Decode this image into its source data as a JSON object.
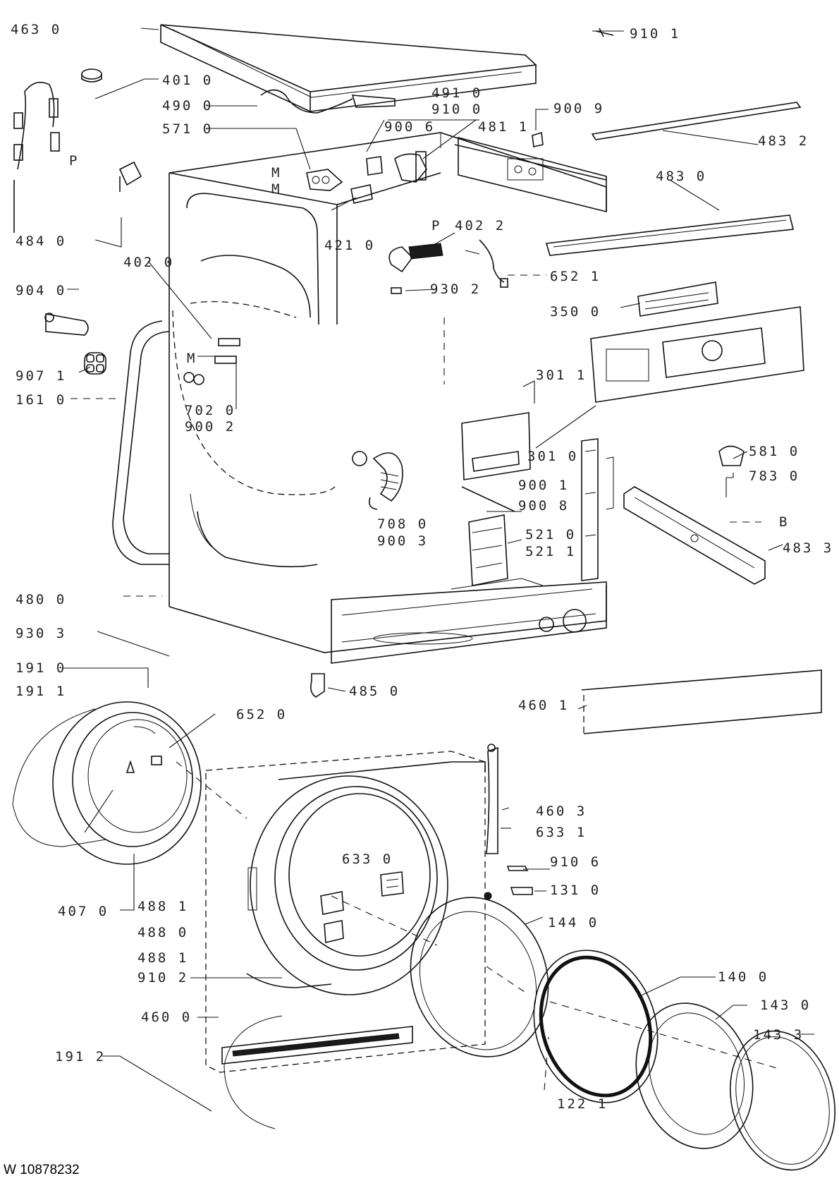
{
  "drawing_code": "W 10878232",
  "letters": {
    "p": "P",
    "m": "M",
    "b": "B"
  },
  "parts": {
    "p4630": "463 0",
    "p9101": "910 1",
    "p4010": "401 0",
    "p4900": "490 0",
    "p4910": "491 0",
    "p9100": "910 0",
    "p5710": "571 0",
    "p9006": "900 6",
    "p4811": "481 1",
    "p9009": "900 9",
    "p4832": "483 2",
    "p4830": "483 0",
    "p4840": "484 0",
    "p4020": "402 0",
    "p4210": "421 0",
    "p4022": "402 2",
    "p6521": "652 1",
    "p9040": "904 0",
    "p9302": "930 2",
    "p3500": "350 0",
    "p9071": "907 1",
    "p1610": "161 0",
    "p3011": "301 1",
    "p7020": "702 0",
    "p9002": "900 2",
    "p3010": "301 0",
    "p5810": "581 0",
    "p9001": "900 1",
    "p7830": "783 0",
    "p9008": "900 8",
    "p7080": "708 0",
    "p9003": "900 3",
    "p5210": "521 0",
    "p5211": "521 1",
    "p4833": "483 3",
    "p4800": "480 0",
    "p9303": "930 3",
    "p4850": "485 0",
    "p1910": "191 0",
    "p1911": "191 1",
    "p4601": "460 1",
    "p6520": "652 0",
    "p4603": "460 3",
    "p6331": "633 1",
    "p6330": "633 0",
    "p9106": "910 6",
    "p1310": "131 0",
    "p4070": "407 0",
    "p4881": "488 1",
    "p4880": "488 0",
    "p4882": "488 1",
    "p9102": "910 2",
    "p1440": "144 0",
    "p1400": "140 0",
    "p1430": "143 0",
    "p1433": "143 3",
    "p4600": "460 0",
    "p1912": "191 2",
    "p1221": "122 1"
  },
  "colors": {
    "ink": "#111111",
    "paper": "#ffffff"
  }
}
